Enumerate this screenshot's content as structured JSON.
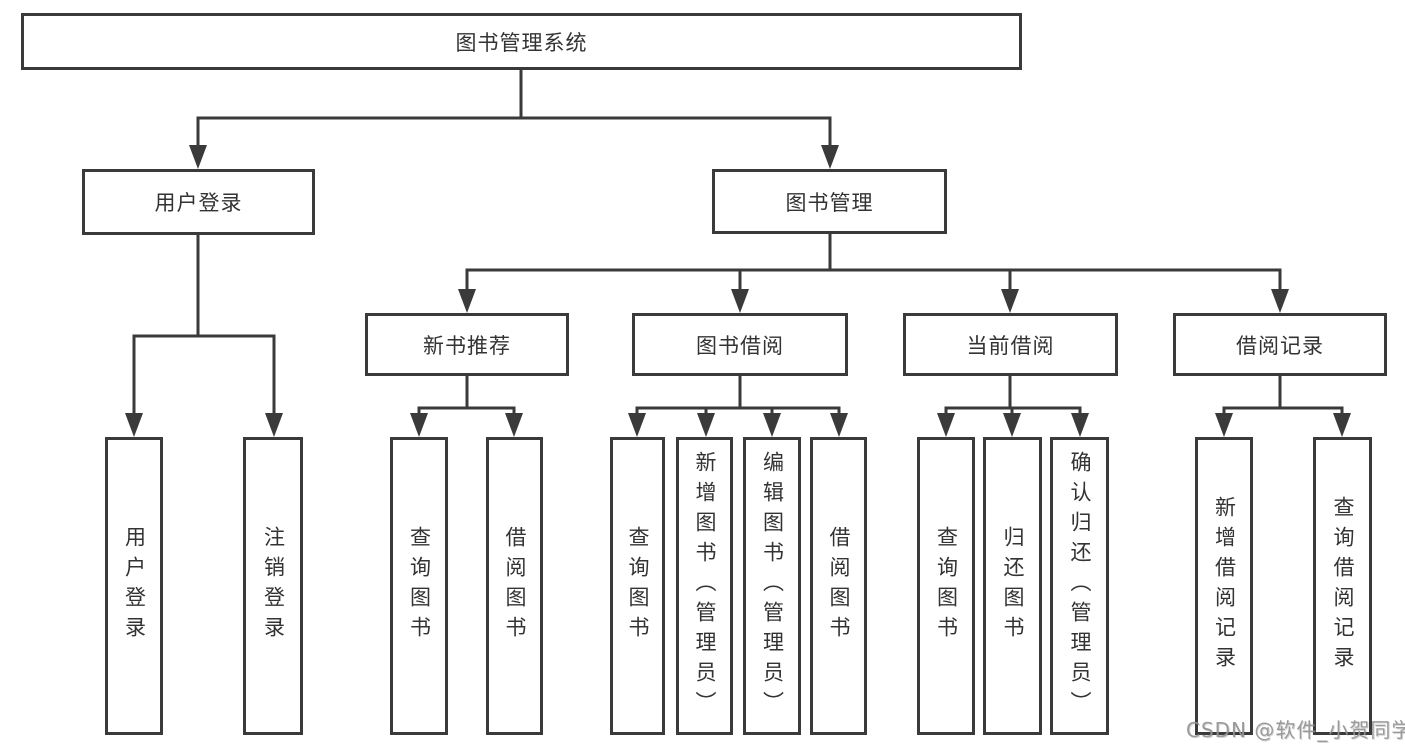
{
  "nodes": {
    "root": {
      "label": "图书管理系统"
    },
    "user_login": {
      "label": "用户登录"
    },
    "book_mgmt": {
      "label": "图书管理"
    },
    "new_book_rec": {
      "label": "新书推荐"
    },
    "book_borrow": {
      "label": "图书借阅"
    },
    "current_borrow": {
      "label": "当前借阅"
    },
    "borrow_record": {
      "label": "借阅记录"
    },
    "leaf_user_login": {
      "label": "用户登录"
    },
    "leaf_logout": {
      "label": "注销登录"
    },
    "leaf_rec_query": {
      "label": "查询图书"
    },
    "leaf_rec_borrow": {
      "label": "借阅图书"
    },
    "leaf_bb_query": {
      "label": "查询图书"
    },
    "leaf_bb_add": {
      "label": "新增图书（管理员）"
    },
    "leaf_bb_edit": {
      "label": "编辑图书（管理员）"
    },
    "leaf_bb_borrow": {
      "label": "借阅图书"
    },
    "leaf_cb_query": {
      "label": "查询图书"
    },
    "leaf_cb_return": {
      "label": "归还图书"
    },
    "leaf_cb_confirm": {
      "label": "确认归还（管理员）"
    },
    "leaf_br_add": {
      "label": "新增借阅记录"
    },
    "leaf_br_query": {
      "label": "查询借阅记录"
    }
  },
  "watermark": {
    "text": "CSDN @软件_小贺同学"
  },
  "colors": {
    "line": "#3a3a3a",
    "box_border": "#3a3a3a",
    "text": "#333333",
    "background": "#ffffff",
    "watermark": "#949494"
  }
}
